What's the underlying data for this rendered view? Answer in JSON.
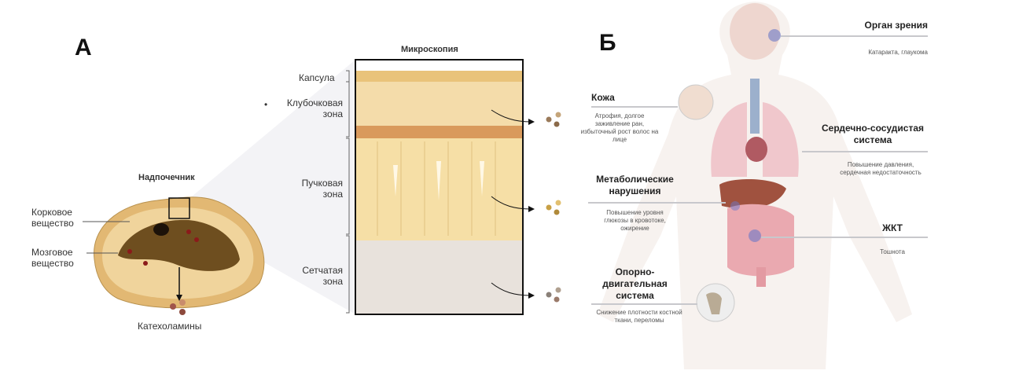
{
  "panel_a": {
    "letter": "А",
    "gland_title": "Надпочечник",
    "cortex_label": "Корковое вещество",
    "medulla_label": "Мозговое вещество",
    "catecholamines_label": "Катехоламины",
    "microscopy_title": "Микроскопия",
    "zones": {
      "capsule": "Капсула",
      "glomerulosa": "Клубочковая зона",
      "fasciculata": "Пучковая зона",
      "reticularis": "Сетчатая зона"
    }
  },
  "panel_b": {
    "letter": "Б",
    "items": [
      {
        "title": "Орган зрения",
        "desc": "Катаракта, глаукома"
      },
      {
        "title": "Кожа",
        "desc": "Атрофия, долгое заживление ран, избыточный рост волос на лице"
      },
      {
        "title": "Сердечно-сосудистая система",
        "desc": "Повышение давления, сердечная недостаточность"
      },
      {
        "title": "Метаболические нарушения",
        "desc": "Повышение уровня глюкозы в кровотоке, ожирение"
      },
      {
        "title": "ЖКТ",
        "desc": "Тошнота"
      },
      {
        "title": "Опорно-двигательная система",
        "desc": "Снижение плотности костной ткани, переломы"
      }
    ]
  },
  "colors": {
    "cortex": "#e9c98a",
    "medulla": "#6b4a1c",
    "zone_fasc": "#f6dfa6",
    "zone_ret": "#e8e2dc",
    "body": "#f6f1ee",
    "organ": "#e8a7ae"
  }
}
